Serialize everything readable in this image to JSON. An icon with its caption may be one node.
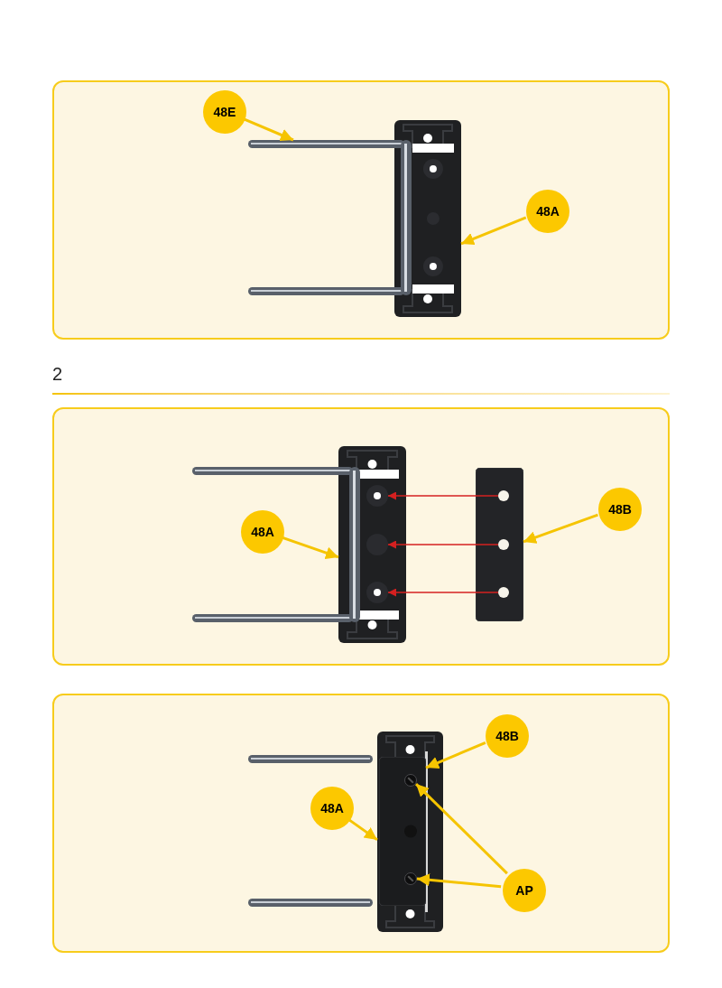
{
  "diagram": {
    "nodes": [
      {
        "text": [],
        "shape": "box"
      },
      {
        "text": [
          "48E"
        ],
        "in": 0
      },
      {
        "text": [
          "48A"
        ],
        "in": 0
      },
      {
        "text": [],
        "shape": "picture",
        "in": 0
      },
      {
        "text": [],
        "shape": "picture",
        "in": 0
      },
      {
        "text": [],
        "shape": "box"
      },
      {
        "text": [
          "48A"
        ],
        "in": 5
      },
      {
        "text": [
          "48B"
        ],
        "in": 5
      },
      {
        "text": [],
        "shape": "picture",
        "in": 5
      },
      {
        "text": [],
        "shape": "picture",
        "in": 5
      },
      {
        "text": [],
        "shape": "circle",
        "in": 9
      },
      {
        "text": [],
        "shape": "circle",
        "in": 9
      },
      {
        "text": [],
        "shape": "circle",
        "in": 9
      },
      {
        "text": [],
        "shape": "circle",
        "in": 8
      },
      {
        "text": [],
        "shape": "circle",
        "in": 8
      },
      {
        "text": [],
        "shape": "circle",
        "in": 8
      },
      {
        "text": [],
        "shape": "box"
      },
      {
        "text": [
          "48B"
        ],
        "in": 16
      },
      {
        "text": [
          "48A"
        ],
        "in": 16
      },
      {
        "text": [
          "AP"
        ],
        "in": 16
      },
      {
        "text": [],
        "shape": "picture",
        "in": 16
      },
      {
        "text": [],
        "shape": "picture",
        "in": 20
      },
      {
        "text": [],
        "shape": "circle",
        "in": 21
      },
      {
        "text": [],
        "shape": "circle",
        "in": 21
      }
    ],
    "edges": [
      {
        "from": 1,
        "to": 3,
        "arrow": "to"
      },
      {
        "from": 2,
        "to": 4,
        "arrow": "to"
      },
      {
        "from": 6,
        "to": 8,
        "arrow": "to"
      },
      {
        "from": 7,
        "to": 9,
        "arrow": "to"
      },
      {
        "from": 10,
        "to": 13,
        "arrow": "to",
        "color": "#d42020"
      },
      {
        "from": 11,
        "to": 14,
        "arrow": "to",
        "color": "#d42020"
      },
      {
        "from": 12,
        "to": 15,
        "arrow": "to",
        "color": "#d42020"
      },
      {
        "from": 17,
        "to": 21,
        "arrow": "to"
      },
      {
        "from": 18,
        "to": 20,
        "arrow": "to"
      },
      {
        "from": 19,
        "to": 22,
        "arrow": "to"
      },
      {
        "from": 19,
        "to": 23,
        "arrow": "to"
      }
    ],
    "labels": [
      "2"
    ]
  }
}
